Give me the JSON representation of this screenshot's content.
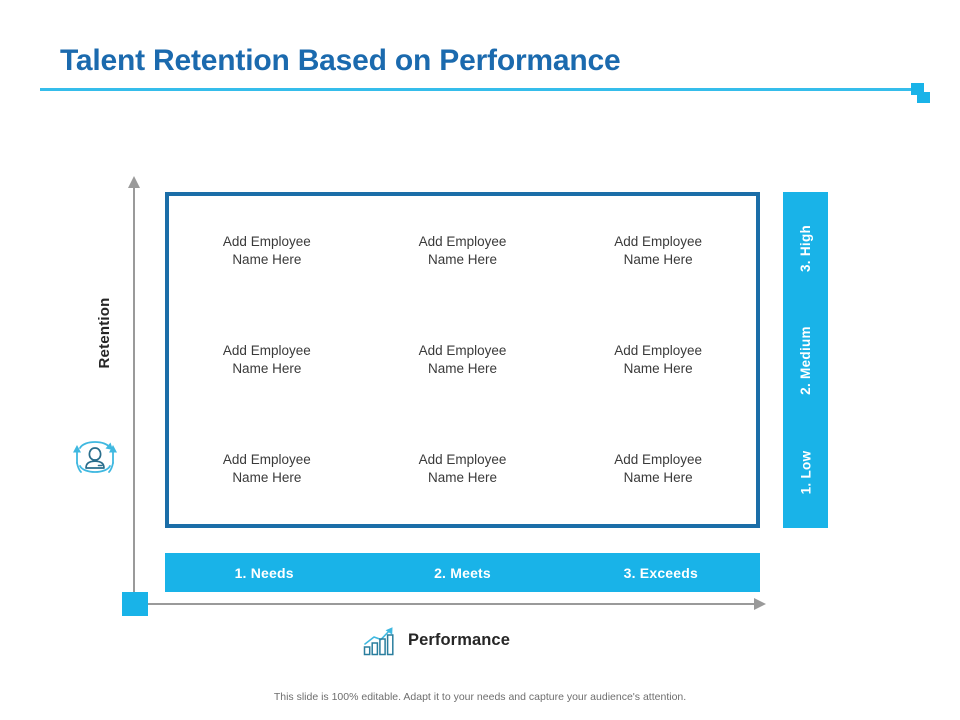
{
  "slide": {
    "title": "Talent Retention Based on Performance",
    "accent_color": "#19B3E8",
    "title_color": "#1B6AAE",
    "box_border_color": "#1B6EA8",
    "axis_color": "#9A9A9A",
    "footer_note": "This slide is 100% editable. Adapt it to your needs and capture your audience's attention."
  },
  "axes": {
    "y_label": "Retention",
    "y_icon": "person-retention-cycle-icon",
    "x_label": "Performance",
    "x_icon": "bar-chart-growth-icon"
  },
  "retention_levels": [
    {
      "label": "1. Low"
    },
    {
      "label": "2. Medium"
    },
    {
      "label": "3. High"
    }
  ],
  "performance_levels": [
    {
      "label": "1. Needs"
    },
    {
      "label": "2. Meets"
    },
    {
      "label": "3. Exceeds"
    }
  ],
  "matrix": {
    "rows": [
      {
        "retention": "3. High",
        "cells": [
          {
            "text": "Add Employee\nName Here"
          },
          {
            "text": "Add Employee\nName Here"
          },
          {
            "text": "Add Employee\nName Here"
          }
        ]
      },
      {
        "retention": "2. Medium",
        "cells": [
          {
            "text": "Add Employee\nName Here"
          },
          {
            "text": "Add Employee\nName Here"
          },
          {
            "text": "Add Employee\nName Here"
          }
        ]
      },
      {
        "retention": "1. Low",
        "cells": [
          {
            "text": "Add Employee\nName Here"
          },
          {
            "text": "Add Employee\nName Here"
          },
          {
            "text": "Add Employee\nName Here"
          }
        ]
      }
    ]
  }
}
